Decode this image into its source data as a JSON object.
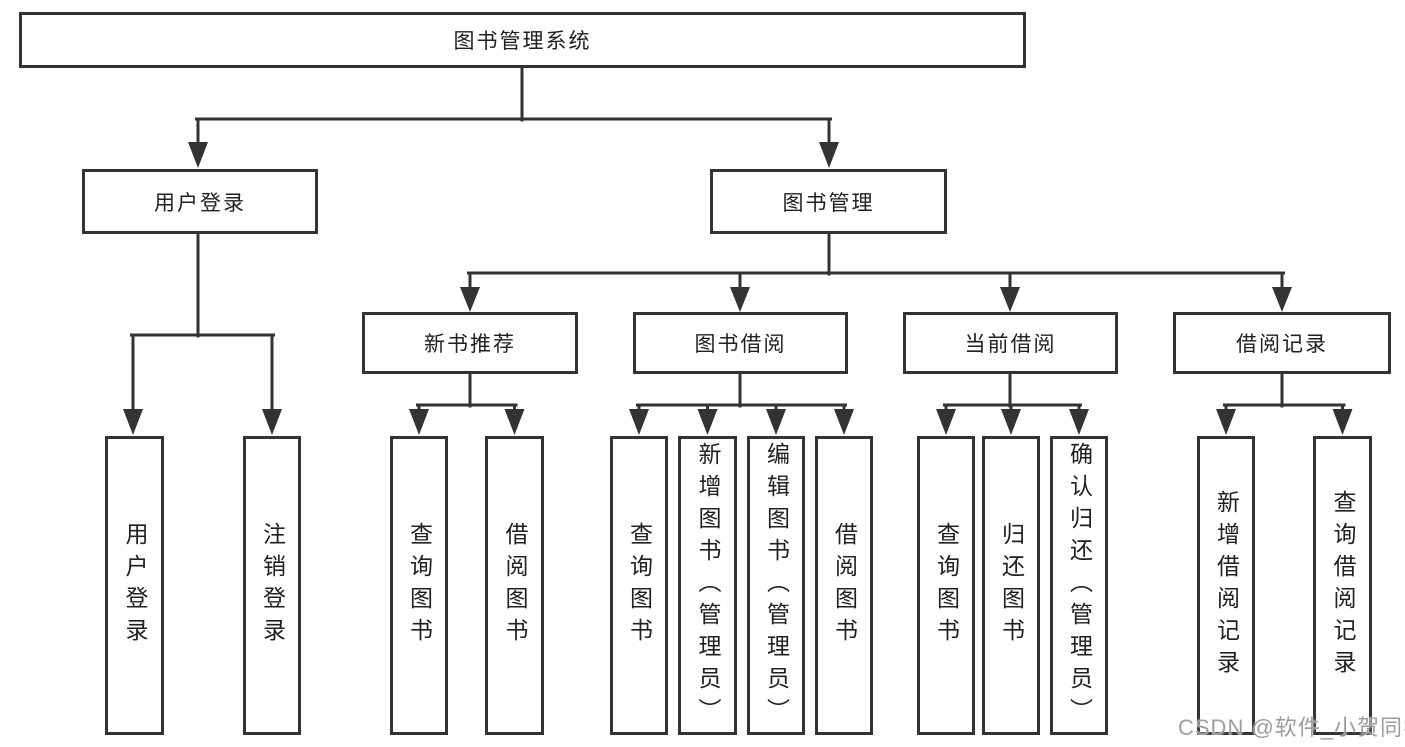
{
  "tree": {
    "root": {
      "label": "图书管理系统"
    },
    "branches": [
      {
        "label": "用户登录",
        "children": [
          {
            "label": "用户登录"
          },
          {
            "label": "注销登录"
          }
        ]
      },
      {
        "label": "图书管理",
        "children": [
          {
            "label": "新书推荐",
            "children": [
              {
                "label": "查询图书"
              },
              {
                "label": "借阅图书"
              }
            ]
          },
          {
            "label": "图书借阅",
            "children": [
              {
                "label": "查询图书"
              },
              {
                "label": "新增图书（管理员）"
              },
              {
                "label": "编辑图书（管理员）"
              },
              {
                "label": "借阅图书"
              }
            ]
          },
          {
            "label": "当前借阅",
            "children": [
              {
                "label": "查询图书"
              },
              {
                "label": "归还图书"
              },
              {
                "label": "确认归还（管理员）"
              }
            ]
          },
          {
            "label": "借阅记录",
            "children": [
              {
                "label": "新增借阅记录"
              },
              {
                "label": "查询借阅记录"
              }
            ]
          }
        ]
      }
    ]
  },
  "watermark": {
    "text": "CSDN @软件_小贺同学"
  },
  "colors": {
    "line": "#333333",
    "text": "#212121",
    "box_background": "#ffffff",
    "watermark": "#9d9d9d",
    "background": "#ffffff"
  }
}
